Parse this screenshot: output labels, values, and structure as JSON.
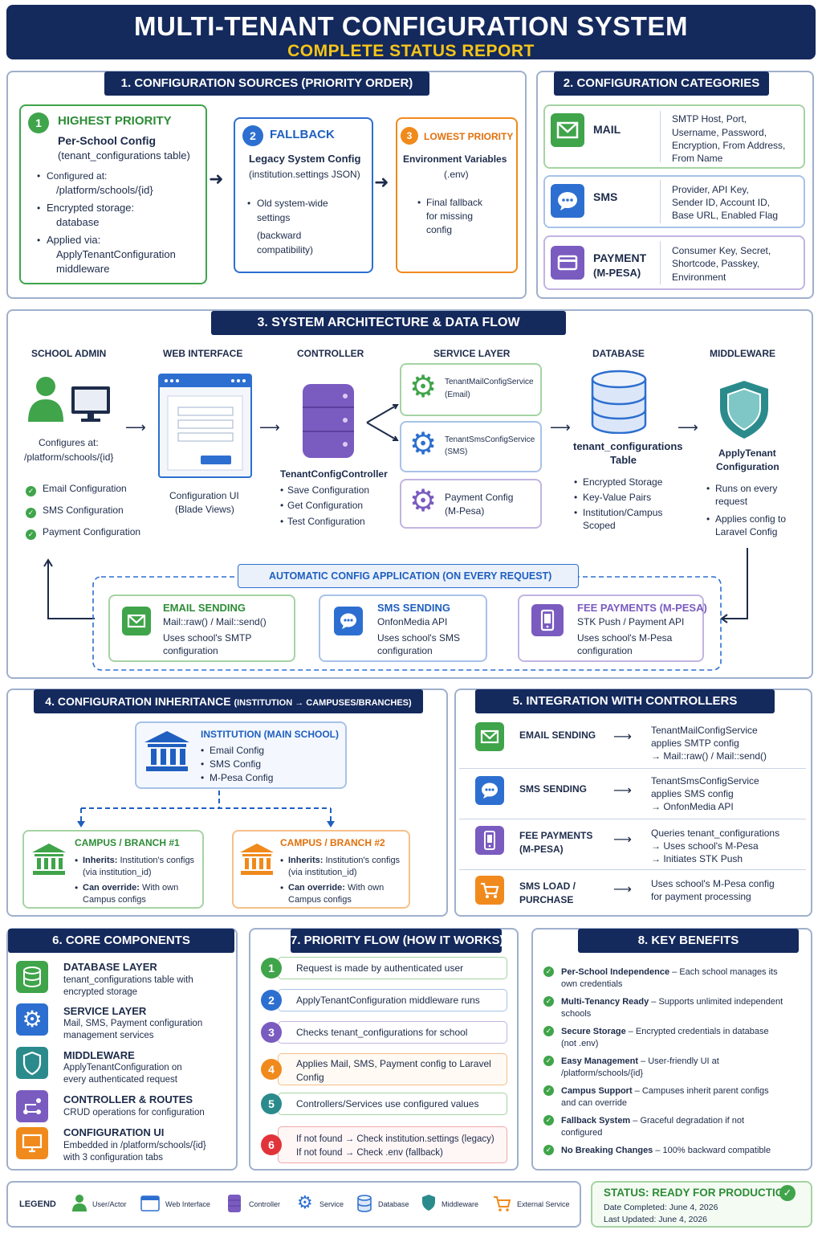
{
  "header": {
    "title": "MULTI-TENANT CONFIGURATION SYSTEM",
    "subtitle": "COMPLETE STATUS REPORT"
  },
  "s1": {
    "title": "1. CONFIGURATION SOURCES (PRIORITY ORDER)",
    "c1": {
      "num": "1",
      "label": "HIGHEST PRIORITY",
      "name": "Per-School Config",
      "sub": "(tenant_configurations table)",
      "b1a": "Configured at:",
      "b1b": "/platform/schools/{id}",
      "b2a": "Encrypted storage:",
      "b2b": "database",
      "b3a": "Applied via:",
      "b3b": "ApplyTenantConfiguration",
      "b3c": "middleware"
    },
    "c2": {
      "num": "2",
      "label": "FALLBACK",
      "name": "Legacy System Config",
      "sub": "(institution.settings JSON)",
      "b1a": "Old system-wide",
      "b1b": "settings",
      "b2a": "(backward",
      "b2b": "compatibility)"
    },
    "c3": {
      "num": "3",
      "label": "LOWEST PRIORITY",
      "name": "Environment Variables",
      "sub": "(.env)",
      "b1a": "Final fallback",
      "b1b": "for missing",
      "b1c": "config"
    }
  },
  "s2": {
    "title": "2. CONFIGURATION CATEGORIES",
    "mail": {
      "name": "MAIL",
      "d1": "SMTP Host, Port,",
      "d2": "Username, Password,",
      "d3": "Encryption, From Address,",
      "d4": "From Name"
    },
    "sms": {
      "name": "SMS",
      "d1": "Provider, API Key,",
      "d2": "Sender ID, Account ID,",
      "d3": "Base URL, Enabled Flag"
    },
    "pay": {
      "name1": "PAYMENT",
      "name2": "(M-PESA)",
      "d1": "Consumer Key, Secret,",
      "d2": "Shortcode, Passkey,",
      "d3": "Environment"
    }
  },
  "s3": {
    "title": "3. SYSTEM ARCHITECTURE & DATA FLOW",
    "cols": {
      "admin": "SCHOOL ADMIN",
      "web": "WEB INTERFACE",
      "ctrl": "CONTROLLER",
      "svc": "SERVICE LAYER",
      "db": "DATABASE",
      "mw": "MIDDLEWARE"
    },
    "admin": {
      "l1": "Configures at:",
      "l2": "/platform/schools/{id}",
      "c1": "Email Configuration",
      "c2": "SMS Configuration",
      "c3": "Payment Configuration"
    },
    "web": {
      "l1": "Configuration UI",
      "l2": "(Blade Views)"
    },
    "ctrl": {
      "name": "TenantConfigController",
      "b1": "Save Configuration",
      "b2": "Get Configuration",
      "b3": "Test Configuration"
    },
    "svc": {
      "s1a": "TenantMailConfigService",
      "s1b": "(Email)",
      "s2a": "TenantSmsConfigService",
      "s2b": "(SMS)",
      "s3a": "Payment Config",
      "s3b": "(M-Pesa)"
    },
    "db": {
      "l1": "tenant_configurations",
      "l2": "Table",
      "b1": "Encrypted Storage",
      "b2": "Key-Value Pairs",
      "b3a": "Institution/Campus",
      "b3b": "Scoped"
    },
    "mw": {
      "l1": "ApplyTenant",
      "l2": "Configuration",
      "b1a": "Runs on every",
      "b1b": "request",
      "b2a": "Applies config to",
      "b2b": "Laravel Config"
    },
    "auto": {
      "title": "AUTOMATIC CONFIG APPLICATION (ON EVERY REQUEST)",
      "e": {
        "t": "EMAIL SENDING",
        "l1": "Mail::raw() / Mail::send()",
        "l2": "Uses school's SMTP",
        "l3": "configuration"
      },
      "s": {
        "t": "SMS SENDING",
        "l1": "OnfonMedia API",
        "l2": "Uses school's SMS",
        "l3": "configuration"
      },
      "f": {
        "t": "FEE PAYMENTS (M-PESA)",
        "l1": "STK Push / Payment API",
        "l2": "Uses school's M-Pesa",
        "l3": "configuration"
      }
    }
  },
  "s4": {
    "title": "4. CONFIGURATION INHERITANCE",
    "title_small": "(INSTITUTION → CAMPUSES/BRANCHES)",
    "inst": {
      "t": "INSTITUTION (MAIN SCHOOL)",
      "b1": "Email Config",
      "b2": "SMS Config",
      "b3": "M-Pesa Config"
    },
    "c1": {
      "t": "CAMPUS / BRANCH #1",
      "k1": "Inherits:",
      "v1": "Institution's configs",
      "v1b": "(via institution_id)",
      "k2": "Can override:",
      "v2": "With own",
      "v2b": "Campus configs"
    },
    "c2": {
      "t": "CAMPUS / BRANCH #2",
      "k1": "Inherits:",
      "v1": "Institution's configs",
      "v1b": "(via institution_id)",
      "k2": "Can override:",
      "v2": "With own",
      "v2b": "Campus configs"
    }
  },
  "s5": {
    "title": "5. INTEGRATION WITH CONTROLLERS",
    "r1": {
      "n": "EMAIL SENDING",
      "d1": "TenantMailConfigService",
      "d2": "applies SMTP config",
      "d3": "→ Mail::raw() / Mail::send()"
    },
    "r2": {
      "n": "SMS SENDING",
      "d1": "TenantSmsConfigService",
      "d2": "applies SMS config",
      "d3": "→ OnfonMedia API"
    },
    "r3": {
      "n1": "FEE PAYMENTS",
      "n2": "(M-PESA)",
      "d1": "Queries tenant_configurations",
      "d2": "→ Uses school's M-Pesa",
      "d3": "→ Initiates STK Push"
    },
    "r4": {
      "n1": "SMS LOAD  /",
      "n2": "PURCHASE",
      "d1": "Uses school's M-Pesa config",
      "d2": "for payment processing"
    }
  },
  "s6": {
    "title": "6. CORE COMPONENTS",
    "i1": {
      "t": "DATABASE LAYER",
      "d1": "tenant_configurations table with",
      "d2": "encrypted storage"
    },
    "i2": {
      "t": "SERVICE LAYER",
      "d1": "Mail, SMS, Payment configuration",
      "d2": "management services"
    },
    "i3": {
      "t": "MIDDLEWARE",
      "d1": "ApplyTenantConfiguration on",
      "d2": "every authenticated request"
    },
    "i4": {
      "t": "CONTROLLER & ROUTES",
      "d1": "CRUD operations for configuration"
    },
    "i5": {
      "t": "CONFIGURATION UI",
      "d1": "Embedded in /platform/schools/{id}",
      "d2": "with 3 configuration tabs"
    }
  },
  "s7": {
    "title": "7. PRIORITY FLOW (HOW IT WORKS)",
    "steps": [
      {
        "n": "1",
        "a": "Request is made by authenticated user",
        "b": ""
      },
      {
        "n": "2",
        "a": "ApplyTenantConfiguration middleware runs",
        "b": ""
      },
      {
        "n": "3",
        "a": "Checks tenant_configurations for school",
        "b": ""
      },
      {
        "n": "4",
        "a": "Applies Mail, SMS, Payment config to Laravel",
        "b": "Config"
      },
      {
        "n": "5",
        "a": "Controllers/Services use configured values",
        "b": ""
      },
      {
        "n": "6",
        "a": "If not found → Check institution.settings (legacy)",
        "b": "If not found → Check .env (fallback)"
      }
    ]
  },
  "s8": {
    "title": "8. KEY BENEFITS",
    "items": [
      {
        "k": "Per-School Independence",
        "v": " – Each school manages its",
        "v2": "own credentials"
      },
      {
        "k": "Multi-Tenancy Ready",
        "v": " – Supports unlimited independent",
        "v2": "schools"
      },
      {
        "k": "Secure Storage",
        "v": " – Encrypted credentials in database",
        "v2": "(not .env)"
      },
      {
        "k": "Easy Management",
        "v": " – User-friendly UI at",
        "v2": "/platform/schools/{id}"
      },
      {
        "k": "Campus Support",
        "v": " – Campuses inherit parent configs",
        "v2": "and can override"
      },
      {
        "k": "Fallback System",
        "v": " – Graceful degradation if not",
        "v2": "configured"
      },
      {
        "k": "No Breaking Changes",
        "v": " – 100% backward compatible",
        "v2": ""
      }
    ]
  },
  "legend": {
    "title": "LEGEND",
    "l1": "User/Actor",
    "l2": "Web Interface",
    "l3": "Controller",
    "l4": "Service",
    "l5": "Database",
    "l6": "Middleware",
    "l7": "External Service"
  },
  "status": {
    "t": "STATUS: READY FOR PRODUCTION",
    "d1": "Date Completed: June 4, 2026",
    "d2": "Last Updated: June 4, 2026"
  },
  "colors": {
    "navy": "#14295c",
    "green": "#3fa44a",
    "blue": "#2d6fd0",
    "orange": "#f08a1c",
    "purple": "#8a6ccc",
    "teal": "#2b8b8c",
    "gold": "#f5c518"
  }
}
